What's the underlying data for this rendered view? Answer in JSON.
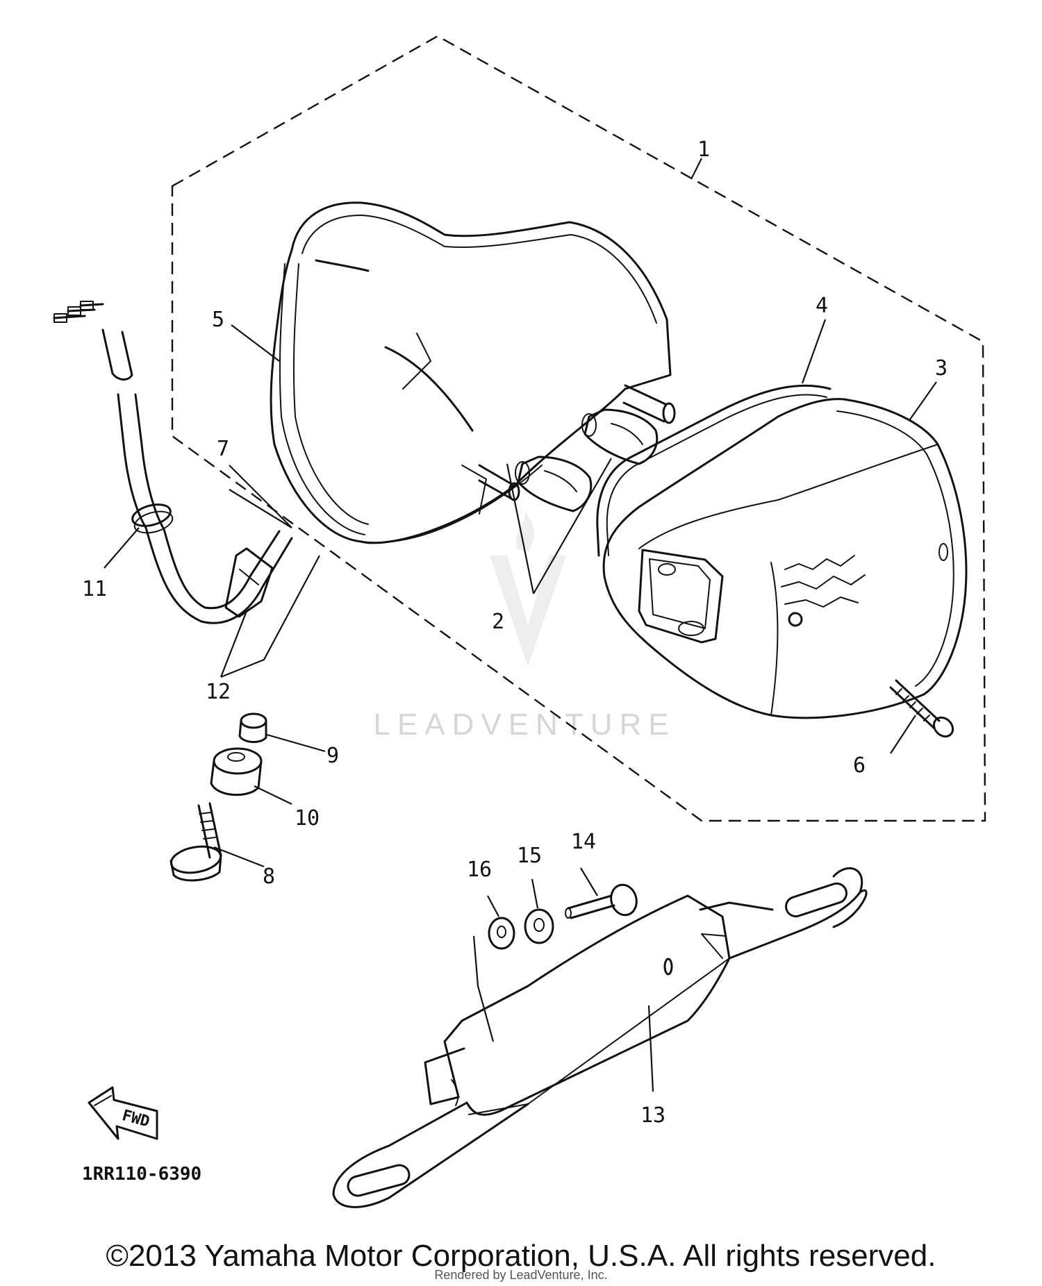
{
  "callouts": {
    "c1": "1",
    "c2": "2",
    "c3": "3",
    "c4": "4",
    "c5": "5",
    "c6": "6",
    "c7": "7",
    "c8": "8",
    "c9": "9",
    "c10": "10",
    "c11": "11",
    "c12": "12",
    "c13": "13",
    "c14": "14",
    "c15": "15",
    "c16": "16"
  },
  "diagram_code": "1RR110-6390",
  "fwd_label": "FWD",
  "watermark": "LEADVENTURE",
  "copyright": "©2013 Yamaha Motor Corporation, U.S.A. All rights reserved.",
  "rendered_by": "Rendered by LeadVenture, Inc."
}
